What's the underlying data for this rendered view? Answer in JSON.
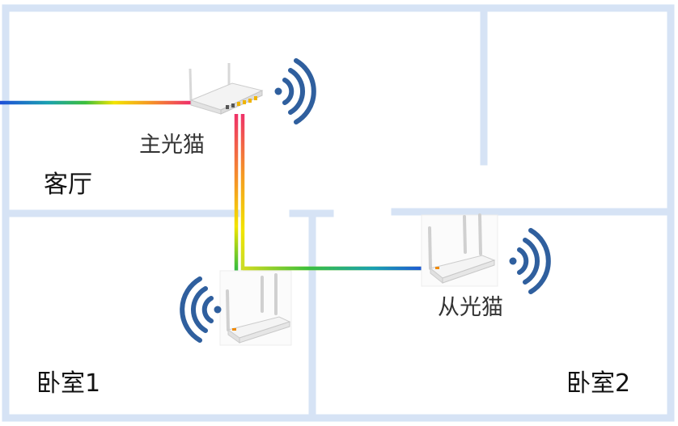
{
  "rooms": {
    "living_room": "客厅",
    "bedroom_1": "卧室1",
    "bedroom_2": "卧室2"
  },
  "devices": {
    "main_modem": "主光猫",
    "secondary_modem": "从光猫"
  },
  "icons": {
    "wifi": "wifi-icon",
    "modem": "router-icon"
  },
  "colors": {
    "wall": "#d6e3f5",
    "wifi": "#2f5f9e",
    "cable_gradient": [
      "#1f4fd8",
      "#1a9aa0",
      "#2db34a",
      "#f2e400",
      "#f59a23",
      "#ef2f6a"
    ]
  }
}
